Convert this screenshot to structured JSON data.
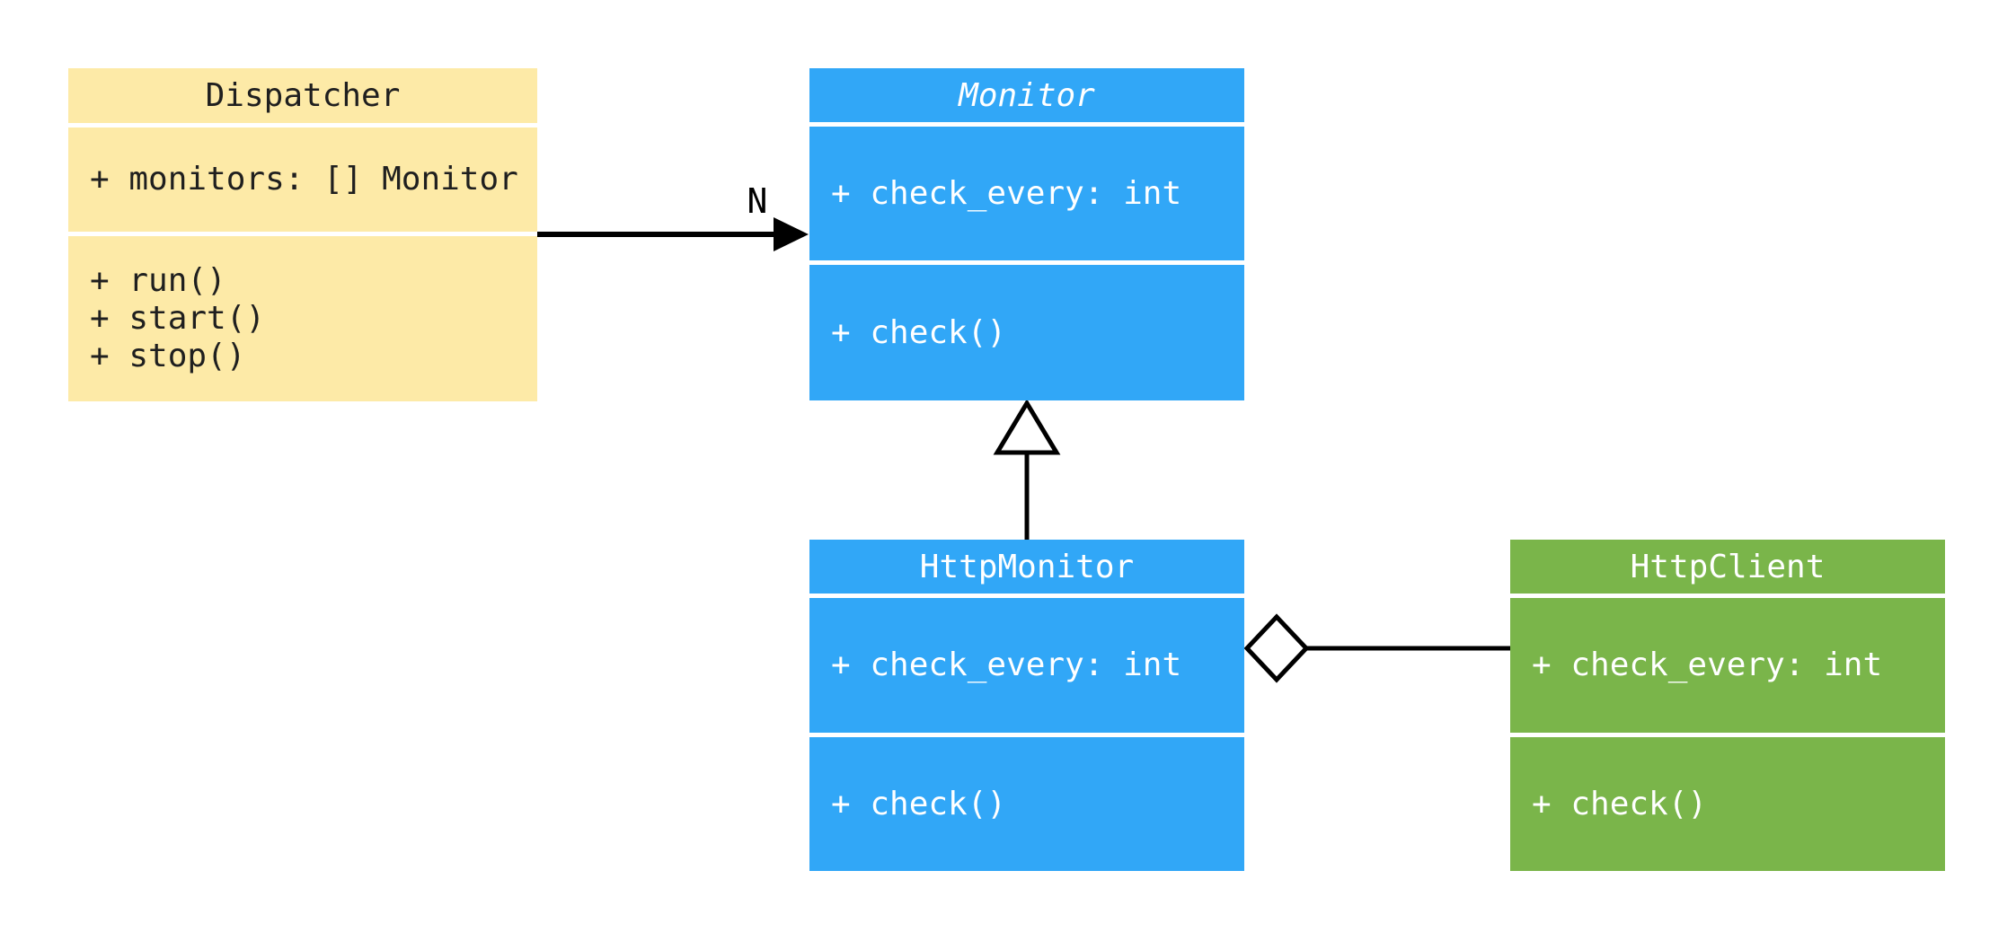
{
  "diagram": {
    "type": "uml-class-diagram",
    "background": "#ffffff"
  },
  "classes": [
    {
      "id": "dispatcher",
      "name": "Dispatcher",
      "abstract": false,
      "fill": "#fdeaa7",
      "text_color": "#1f1f1f",
      "attributes": [
        "+ monitors: [] Monitor"
      ],
      "methods": [
        "+ run()",
        "+ start()",
        "+ stop()"
      ]
    },
    {
      "id": "monitor",
      "name": "Monitor",
      "abstract": true,
      "fill": "#31a7f7",
      "text_color": "#ffffff",
      "attributes": [
        "+ check_every: int"
      ],
      "methods": [
        "+ check()"
      ]
    },
    {
      "id": "http-monitor",
      "name": "HttpMonitor",
      "abstract": false,
      "fill": "#31a7f7",
      "text_color": "#ffffff",
      "attributes": [
        "+ check_every: int"
      ],
      "methods": [
        "+ check()"
      ]
    },
    {
      "id": "http-client",
      "name": "HttpClient",
      "abstract": false,
      "fill": "#7ab54a",
      "text_color": "#ffffff",
      "attributes": [
        "+ check_every: int"
      ],
      "methods": [
        "+ check()"
      ]
    }
  ],
  "relationships": {
    "association": {
      "kind": "directed-association",
      "from": "Dispatcher",
      "to": "Monitor",
      "multiplicity_label": "N"
    },
    "generalization": {
      "kind": "inheritance",
      "from": "HttpMonitor",
      "to": "Monitor"
    },
    "aggregation": {
      "kind": "aggregation",
      "from": "HttpMonitor",
      "to": "HttpClient"
    }
  },
  "colors": {
    "connector": "#000000",
    "dispatcher_fill": "#fdeaa7",
    "monitor_fill": "#31a7f7",
    "http_monitor_fill": "#31a7f7",
    "http_client_fill": "#7ab54a"
  }
}
